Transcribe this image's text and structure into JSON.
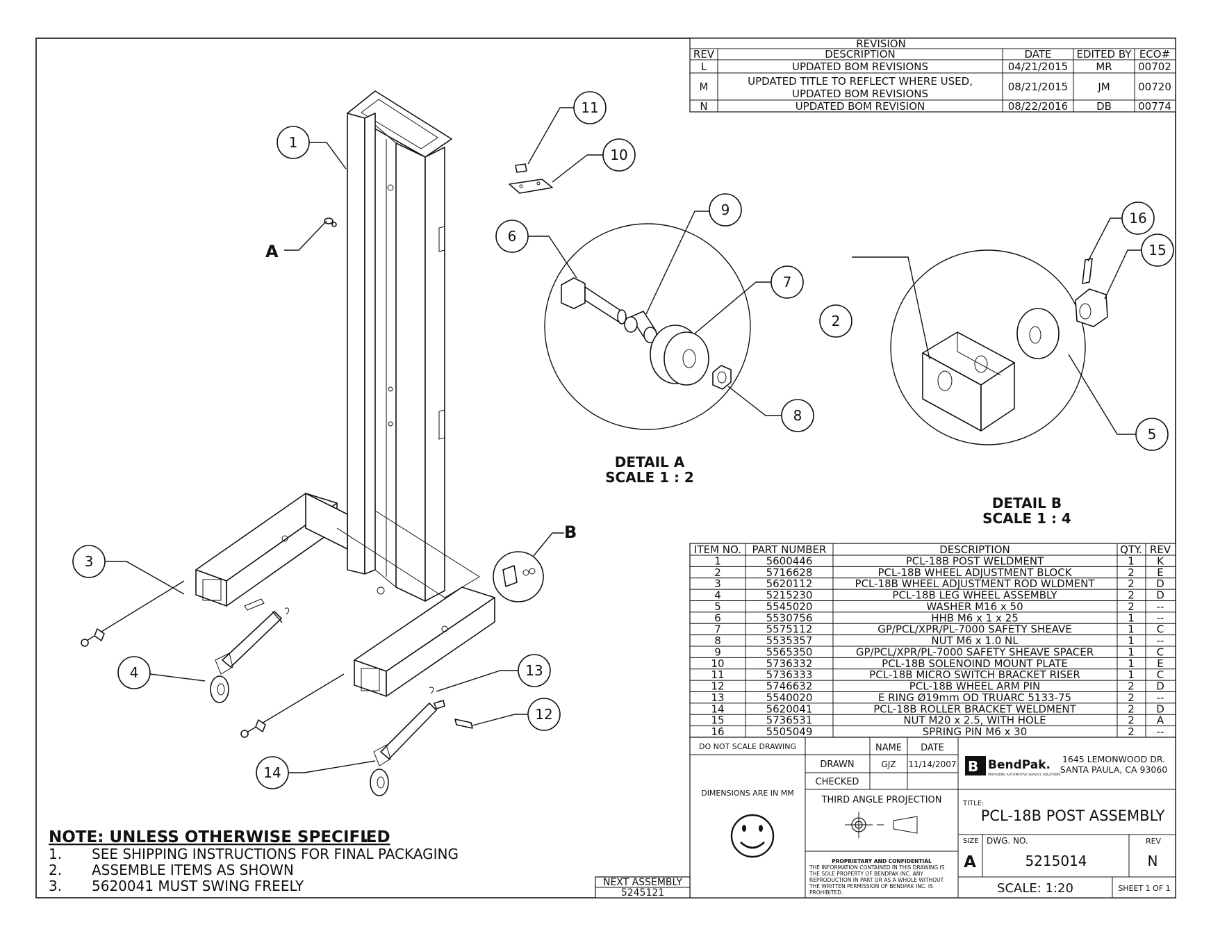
{
  "revision_block": {
    "title": "REVISION",
    "headers": {
      "rev": "REV",
      "description": "DESCRIPTION",
      "date": "DATE",
      "edited_by": "EDITED BY",
      "eco": "ECO#"
    },
    "rows": [
      {
        "rev": "L",
        "description": [
          "UPDATED BOM REVISIONS"
        ],
        "date": "04/21/2015",
        "edited_by": "MR",
        "eco": "00702"
      },
      {
        "rev": "M",
        "description": [
          "UPDATED TITLE TO REFLECT WHERE USED,",
          "UPDATED BOM REVISIONS"
        ],
        "date": "08/21/2015",
        "edited_by": "JM",
        "eco": "00720"
      },
      {
        "rev": "N",
        "description": [
          "UPDATED BOM REVISION"
        ],
        "date": "08/22/2016",
        "edited_by": "DB",
        "eco": "00774"
      }
    ]
  },
  "callouts": {
    "balloons": [
      "1",
      "2",
      "3",
      "4",
      "5",
      "6",
      "7",
      "8",
      "9",
      "10",
      "11",
      "12",
      "13",
      "14",
      "15",
      "16"
    ],
    "detail_a_flag": "A",
    "detail_b_flag": "B"
  },
  "details": {
    "a": {
      "title": "DETAIL A",
      "scale": "SCALE 1 : 2"
    },
    "b": {
      "title": "DETAIL B",
      "scale": "SCALE 1 : 4"
    }
  },
  "bom": {
    "headers": {
      "item": "ITEM NO.",
      "part": "PART NUMBER",
      "description": "DESCRIPTION",
      "qty": "QTY.",
      "rev": "REV"
    },
    "rows": [
      {
        "item": "1",
        "part": "5600446",
        "description": "PCL-18B POST WELDMENT",
        "qty": "1",
        "rev": "K"
      },
      {
        "item": "2",
        "part": "5716628",
        "description": "PCL-18B WHEEL ADJUSTMENT BLOCK",
        "qty": "2",
        "rev": "E"
      },
      {
        "item": "3",
        "part": "5620112",
        "description": "PCL-18B WHEEL ADJUSTMENT ROD WLDMENT",
        "qty": "2",
        "rev": "D"
      },
      {
        "item": "4",
        "part": "5215230",
        "description": "PCL-18B LEG WHEEL ASSEMBLY",
        "qty": "2",
        "rev": "D"
      },
      {
        "item": "5",
        "part": "5545020",
        "description": "WASHER M16 x 50",
        "qty": "2",
        "rev": "--"
      },
      {
        "item": "6",
        "part": "5530756",
        "description": "HHB M6 x 1 x 25",
        "qty": "1",
        "rev": "--"
      },
      {
        "item": "7",
        "part": "5575112",
        "description": "GP/PCL/XPR/PL-7000 SAFETY SHEAVE",
        "qty": "1",
        "rev": "C"
      },
      {
        "item": "8",
        "part": "5535357",
        "description": "NUT M6 x 1.0 NL",
        "qty": "1",
        "rev": "--"
      },
      {
        "item": "9",
        "part": "5565350",
        "description": "GP/PCL/XPR/PL-7000 SAFETY SHEAVE SPACER",
        "qty": "1",
        "rev": "C"
      },
      {
        "item": "10",
        "part": "5736332",
        "description": "PCL-18B SOLENOIND MOUNT PLATE",
        "qty": "1",
        "rev": "E"
      },
      {
        "item": "11",
        "part": "5736333",
        "description": "PCL-18B MICRO SWITCH BRACKET RISER",
        "qty": "1",
        "rev": "C"
      },
      {
        "item": "12",
        "part": "5746632",
        "description": "PCL-18B WHEEL ARM PIN",
        "qty": "2",
        "rev": "D"
      },
      {
        "item": "13",
        "part": "5540020",
        "description": "E RING Ø19mm OD TRUARC 5133-75",
        "qty": "2",
        "rev": "--"
      },
      {
        "item": "14",
        "part": "5620041",
        "description": "PCL-18B ROLLER BRACKET WELDMENT",
        "qty": "2",
        "rev": "D"
      },
      {
        "item": "15",
        "part": "5736531",
        "description": "NUT M20 x 2.5, WITH HOLE",
        "qty": "2",
        "rev": "A"
      },
      {
        "item": "16",
        "part": "5505049",
        "description": "SPRING PIN M6 x 30",
        "qty": "2",
        "rev": "--"
      }
    ]
  },
  "title_block": {
    "do_not_scale": "DO NOT SCALE DRAWING",
    "name_label": "NAME",
    "date_label": "DATE",
    "drawn_label": "DRAWN",
    "drawn_name": "GJZ",
    "drawn_date": "11/14/2007",
    "checked_label": "CHECKED",
    "dimensions_note": "DIMENSIONS ARE IN MM",
    "projection": "THIRD ANGLE PROJECTION",
    "proprietary_title": "PROPRIETARY AND CONFIDENTIAL",
    "proprietary_lines": [
      "THE INFORMATION CONTAINED IN THIS DRAWING IS",
      "THE SOLE PROPERTY OF BENDPAK INC. ANY",
      "REPRODUCTION IN PART OR AS A WHOLE WITHOUT",
      "THE WRITTEN PERMISSION OF BENDPAK INC. IS",
      "PROHIBITED."
    ],
    "company": "BendPak.",
    "tagline": "PROVIDING AUTOMOTIVE SERVICE SOLUTIONS",
    "address_1": "1645 LEMONWOOD DR.",
    "address_2": "SANTA PAULA, CA 93060",
    "title_label": "TITLE:",
    "title": "PCL-18B POST ASSEMBLY",
    "size_label": "SIZE",
    "size": "A",
    "dwg_label": "DWG. NO.",
    "dwg_no": "5215014",
    "rev_label": "REV",
    "rev": "N",
    "scale": "SCALE: 1:20",
    "sheet": "SHEET 1 OF 1"
  },
  "next_assembly": {
    "label": "NEXT ASSEMBLY",
    "value": "5245121"
  },
  "notes": {
    "heading": "NOTE: UNLESS OTHERWISE SPECIFIED",
    "items": [
      {
        "num": "1.",
        "text": "SEE SHIPPING INSTRUCTIONS FOR FINAL PACKAGING"
      },
      {
        "num": "2.",
        "text": "ASSEMBLE ITEMS AS SHOWN"
      },
      {
        "num": "3.",
        "text": "5620041 MUST SWING FREELY"
      }
    ]
  }
}
